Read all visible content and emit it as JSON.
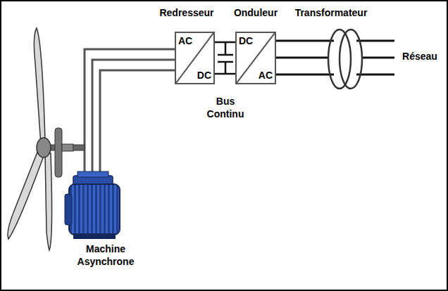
{
  "diagram": {
    "nodes": [
      {
        "text": [
          "AC",
          "DC"
        ]
      },
      {
        "text": [
          "DC",
          "AC"
        ]
      }
    ],
    "edges": [
      {
        "from": 0,
        "to": 1,
        "arrow": "none"
      },
      {
        "from": 0,
        "to": 1,
        "arrow": "none"
      }
    ],
    "labels": [
      "Redresseur",
      "Onduleur",
      "Transformateur",
      "Réseau",
      "Bus Continu",
      "Machine Asynchrone"
    ]
  }
}
